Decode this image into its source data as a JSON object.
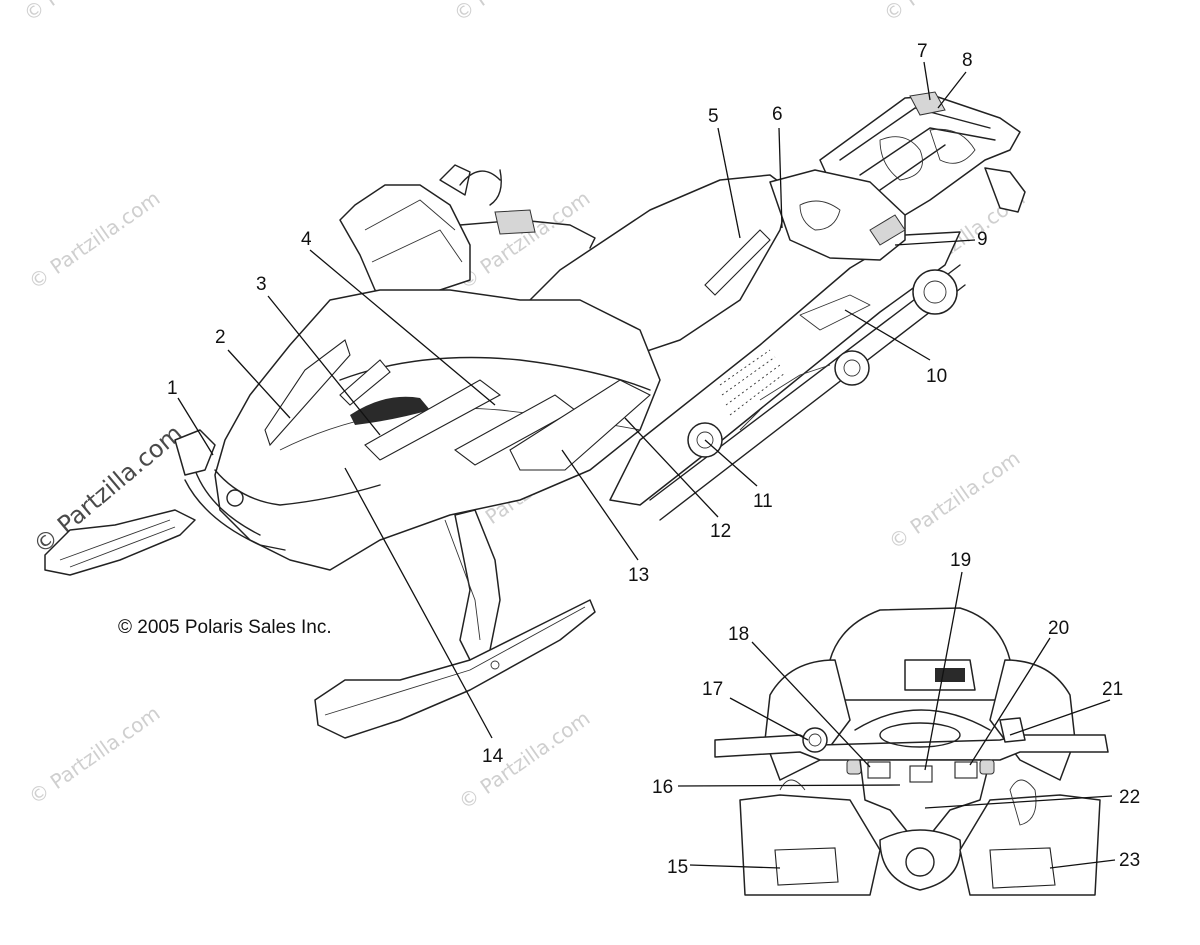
{
  "copyright": "© 2005 Polaris Sales Inc.",
  "watermark": "© Partzilla.com",
  "callouts": [
    {
      "id": "1",
      "label": "1"
    },
    {
      "id": "2",
      "label": "2"
    },
    {
      "id": "3",
      "label": "3"
    },
    {
      "id": "4",
      "label": "4"
    },
    {
      "id": "5",
      "label": "5"
    },
    {
      "id": "6",
      "label": "6"
    },
    {
      "id": "7",
      "label": "7"
    },
    {
      "id": "8",
      "label": "8"
    },
    {
      "id": "9",
      "label": "9"
    },
    {
      "id": "10",
      "label": "10"
    },
    {
      "id": "11",
      "label": "11"
    },
    {
      "id": "12",
      "label": "12"
    },
    {
      "id": "13",
      "label": "13"
    },
    {
      "id": "14",
      "label": "14"
    },
    {
      "id": "15",
      "label": "15"
    },
    {
      "id": "16",
      "label": "16"
    },
    {
      "id": "17",
      "label": "17"
    },
    {
      "id": "18",
      "label": "18"
    },
    {
      "id": "19",
      "label": "19"
    },
    {
      "id": "20",
      "label": "20"
    },
    {
      "id": "21",
      "label": "21"
    },
    {
      "id": "22",
      "label": "22"
    },
    {
      "id": "23",
      "label": "23"
    }
  ]
}
